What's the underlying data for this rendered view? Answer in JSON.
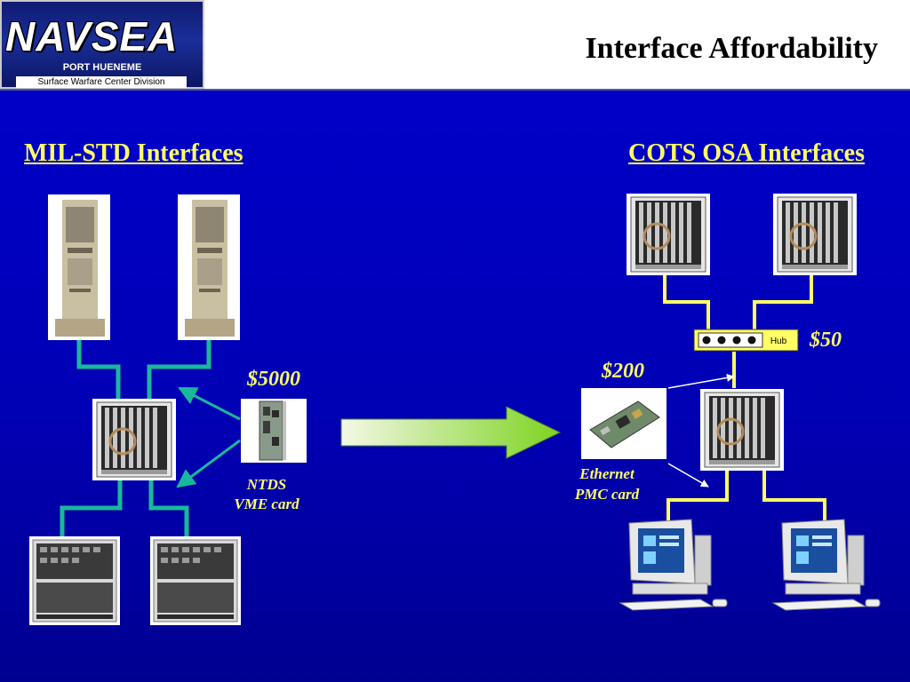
{
  "header": {
    "title": "Interface Affordability",
    "logo": {
      "name": "NAVSEA",
      "line1": "PORT HUENEME",
      "line2": "Surface Warfare Center Division"
    }
  },
  "left": {
    "heading": "MIL-STD Interfaces",
    "card_price": "$5000",
    "card_caption_1": "NTDS",
    "card_caption_2": "VME card"
  },
  "right": {
    "heading": "COTS OSA Interfaces",
    "hub_price": "$50",
    "hub_label": "Hub",
    "card_price": "$200",
    "card_caption_1": "Ethernet",
    "card_caption_2": "PMC card"
  },
  "colors": {
    "background": "#0000c0",
    "label": "#ffff66",
    "mil_link": "#1ab89a",
    "cots_link": "#ffff66",
    "arrow": "#7ed321"
  },
  "icons": [
    "milstd-rack-icon",
    "vme-chassis-icon",
    "console-icon",
    "vme-card-icon",
    "pmc-card-icon",
    "hub-icon",
    "workstation-icon",
    "transition-arrow-icon"
  ]
}
